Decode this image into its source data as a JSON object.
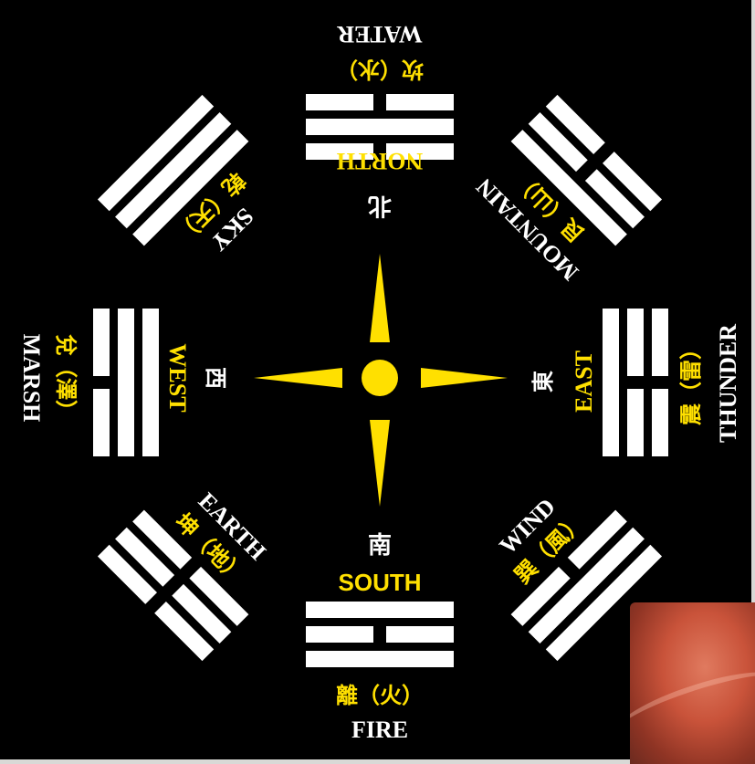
{
  "center": {
    "symbol": "compass-star"
  },
  "colors": {
    "background": "#000000",
    "accent": "#ffe000",
    "lines": "#ffffff"
  },
  "trigrams": {
    "north": {
      "direction": "NORTH",
      "direction_cjk": "北",
      "name": "坎（水）",
      "element": "WATER"
    },
    "south": {
      "direction": "SOUTH",
      "direction_cjk": "南",
      "name": "離（火）",
      "element": "FIRE"
    },
    "east": {
      "direction": "EAST",
      "direction_cjk": "東",
      "name": "震（雷）",
      "element": "THUNDER"
    },
    "west": {
      "direction": "WEST",
      "direction_cjk": "西",
      "name": "兌（澤）",
      "element": "MARSH"
    },
    "northwest": {
      "name": "乾（天）",
      "element": "SKY"
    },
    "northeast": {
      "name": "艮（山）",
      "element": "MOUNTAIN"
    },
    "southwest": {
      "name": "坤（地）",
      "element": "EARTH"
    },
    "southeast": {
      "name": "巽（風）",
      "element": "WIND"
    }
  }
}
